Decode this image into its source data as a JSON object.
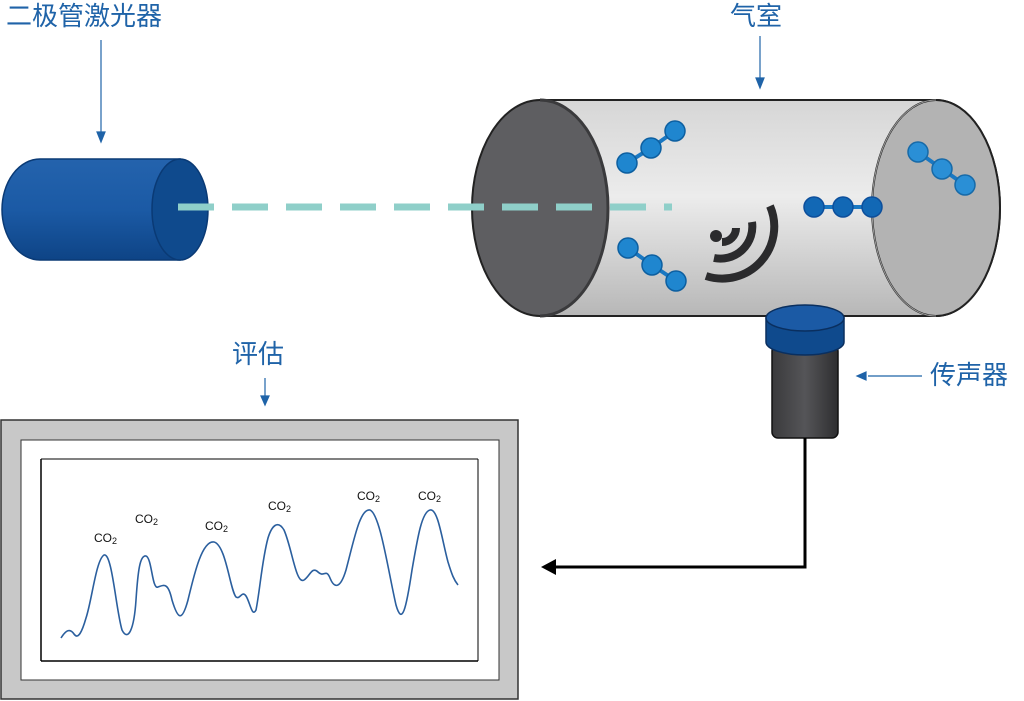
{
  "labels": {
    "laser": "二极管激光器",
    "gas_cell": "气室",
    "evaluation": "评估",
    "microphone": "传声器"
  },
  "peaks": {
    "species": "CO",
    "subscript": "2",
    "count": 6
  },
  "colors": {
    "label_blue": "#1f63a8",
    "laser_blue": "#0d4f9c",
    "beam": "#8fcfc9",
    "cylinder_gray": "#c8c8c8",
    "cap_dark": "#5e5e61",
    "molecule_blue": "#1a78c2",
    "signal_line": "#2b5f9e"
  }
}
